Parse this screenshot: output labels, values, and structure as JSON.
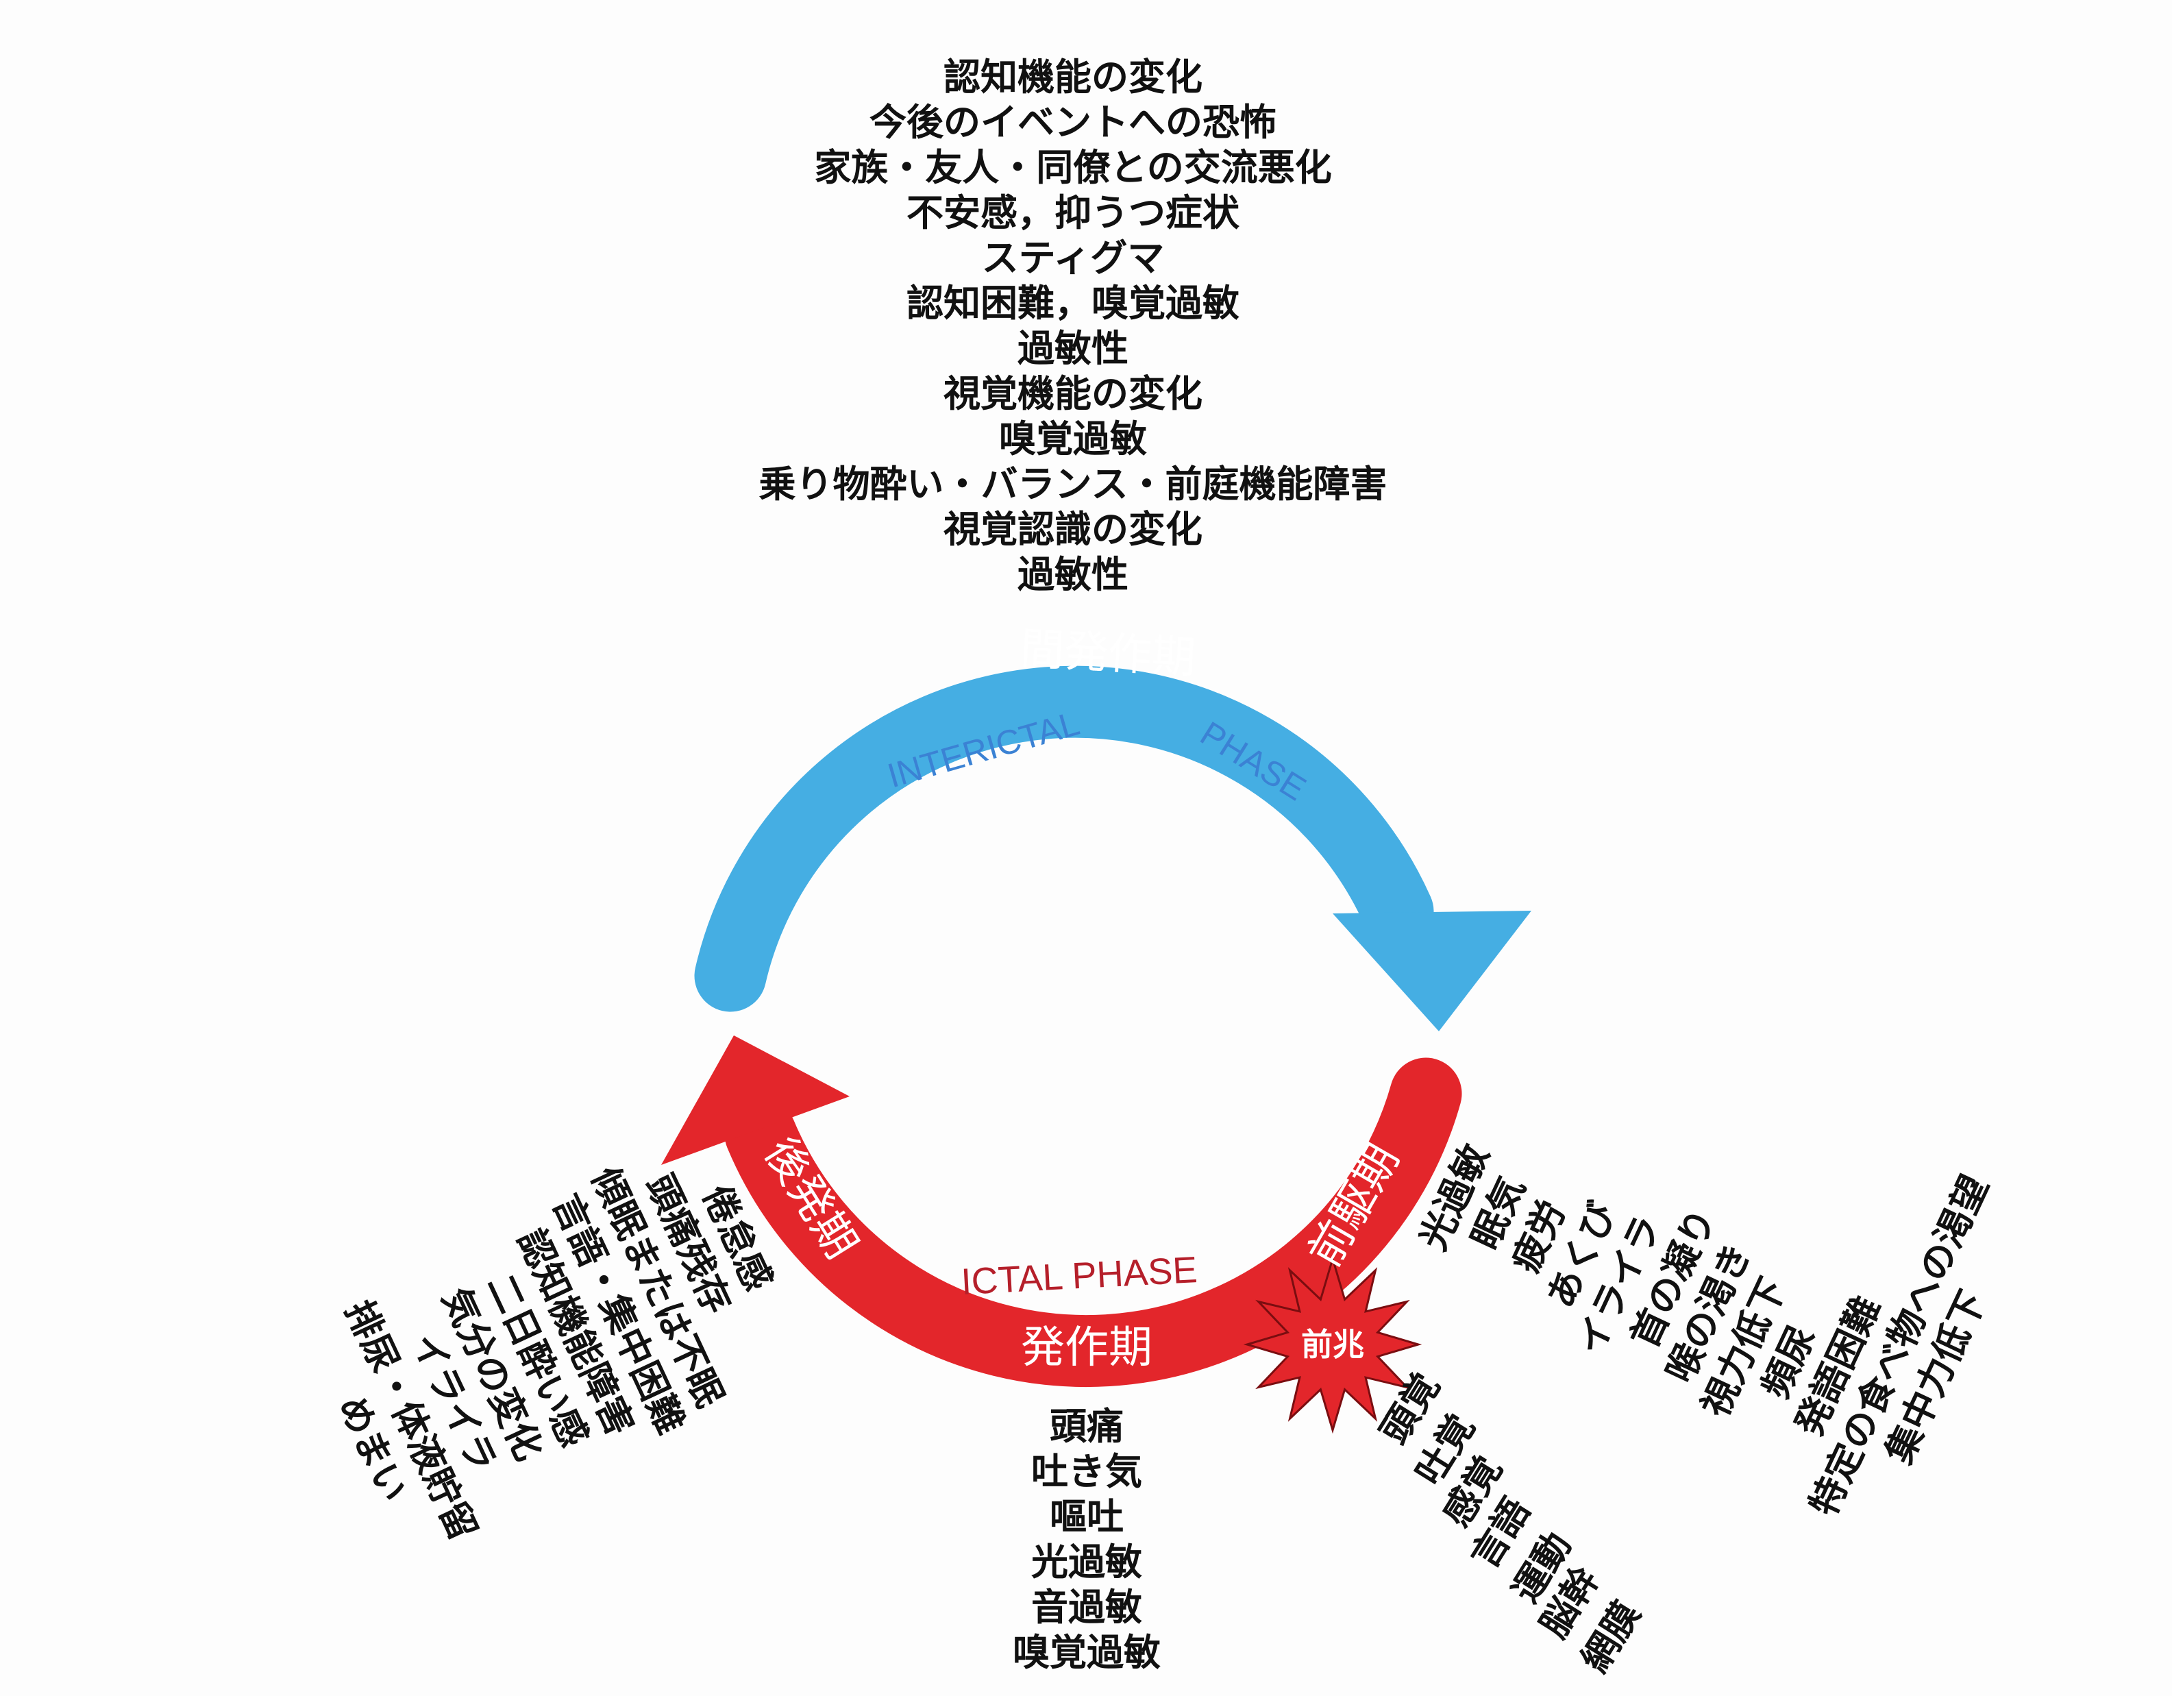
{
  "colors": {
    "interictal": "#45aee3",
    "ictal": "#e3262b",
    "text": "#111111"
  },
  "interictal": {
    "label_jp": "間発作期",
    "label_en_1": "INTERICTAL",
    "label_en_2": "PHASE",
    "symptoms": [
      "認知機能の変化",
      "今後のイベントへの恐怖",
      "家族・友人・同僚との交流悪化",
      "不安感，抑うつ症状",
      "スティグマ",
      "認知困難，嗅覚過敏",
      "過敏性",
      "視覚機能の変化",
      "嗅覚過敏",
      "乗り物酔い・バランス・前庭機能障害",
      "視覚認識の変化",
      "過敏性"
    ]
  },
  "ictal": {
    "label_en": "ICTAL PHASE",
    "attack_label": "発作期",
    "attack_symptoms": [
      "頭痛",
      "吐き気",
      "嘔吐",
      "光過敏",
      "音過敏",
      "嗅覚過敏"
    ],
    "postdrome_label": "後発期",
    "postdrome_symptoms": [
      "倦怠感",
      "頭痛残存",
      "傾眠または不眠",
      "言語・集中困難",
      "認知機能障害",
      "二日酔い感",
      "気分の変化",
      "イライラ",
      "排尿・体液貯留",
      "めまい"
    ],
    "prodrome_label": "前駆期",
    "prodrome_symptoms": [
      "光過敏",
      "眠気",
      "疲労",
      "あくび",
      "イライラ",
      "首の凝り",
      "喉の渇き",
      "視力低下",
      "頻尿",
      "発語困難",
      "特定の食べ物への渇望",
      "集中力低下"
    ],
    "aura_label": "前兆",
    "aura_symptoms": [
      "頭覚",
      "吐覚",
      "感覚",
      "言語",
      "運動",
      "脳幹",
      "網膜"
    ]
  }
}
